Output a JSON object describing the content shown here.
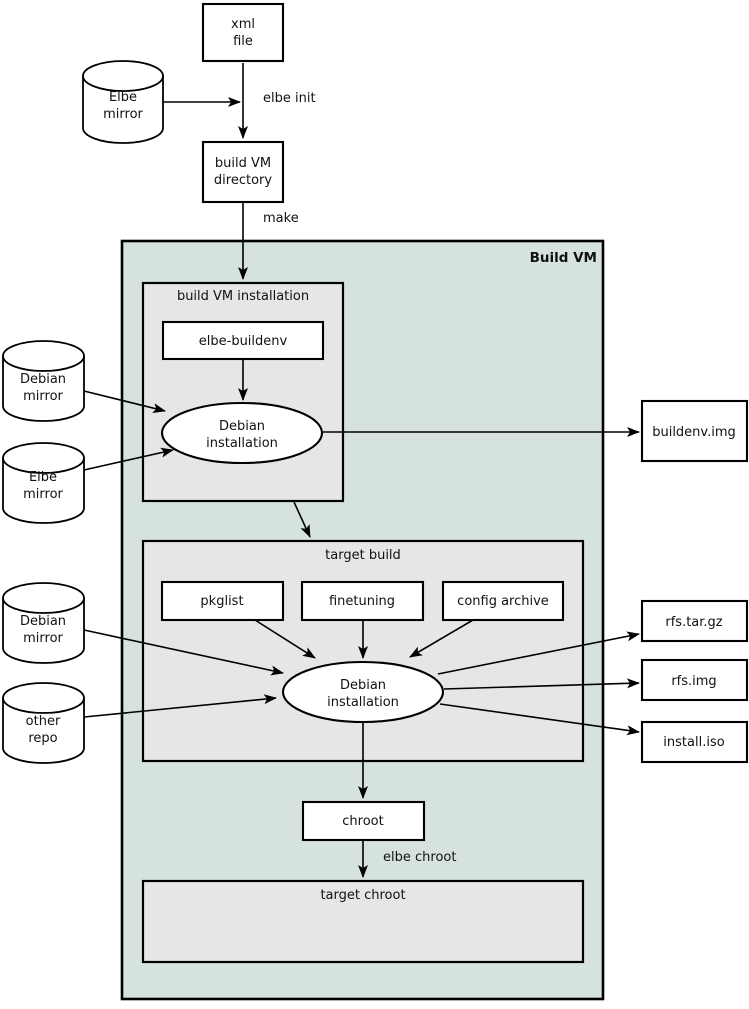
{
  "diagram_title": "Build VM",
  "colors": {
    "vm_background": "#d6e2e0",
    "container_background": "#e6e6e6",
    "node_background": "#ffffff",
    "line": "#000000"
  },
  "nodes": {
    "xml_file": {
      "line1": "xml",
      "line2": "file"
    },
    "elbe_mirror_top": {
      "line1": "Elbe",
      "line2": "mirror"
    },
    "build_vm_directory": {
      "line1": "build VM",
      "line2": "directory"
    },
    "build_vm": {
      "label": "Build VM"
    },
    "build_vm_installation": {
      "label": "build VM installation"
    },
    "elbe_buildenv": {
      "label": "elbe-buildenv"
    },
    "debian_installation_vm": {
      "line1": "Debian",
      "line2": "installation"
    },
    "debian_mirror_vm": {
      "line1": "Debian",
      "line2": "mirror"
    },
    "elbe_mirror_vm": {
      "line1": "Elbe",
      "line2": "mirror"
    },
    "buildenv_img": {
      "label": "buildenv.img"
    },
    "target_build": {
      "label": "target build"
    },
    "pkglist": {
      "label": "pkglist"
    },
    "finetuning": {
      "label": "finetuning"
    },
    "config_archive": {
      "label": "config archive"
    },
    "debian_installation_target": {
      "line1": "Debian",
      "line2": "installation"
    },
    "debian_mirror_target": {
      "line1": "Debian",
      "line2": "mirror"
    },
    "other_repo": {
      "line1": "other",
      "line2": "repo"
    },
    "rfs_tar_gz": {
      "label": "rfs.tar.gz"
    },
    "rfs_img": {
      "label": "rfs.img"
    },
    "install_iso": {
      "label": "install.iso"
    },
    "chroot": {
      "label": "chroot"
    },
    "target_chroot": {
      "label": "target chroot"
    }
  },
  "edge_labels": {
    "elbe_init": "elbe init",
    "make": "make",
    "elbe_chroot": "elbe chroot"
  },
  "edges": [
    {
      "from": "xml file",
      "to": "build VM directory",
      "label": "elbe init"
    },
    {
      "from": "Elbe mirror (top)",
      "to": "elbe init step",
      "label": ""
    },
    {
      "from": "build VM directory",
      "to": "build VM installation",
      "label": "make"
    },
    {
      "from": "elbe-buildenv",
      "to": "Debian installation (build VM)",
      "label": ""
    },
    {
      "from": "Debian mirror",
      "to": "Debian installation (build VM)",
      "label": ""
    },
    {
      "from": "Elbe mirror",
      "to": "Debian installation (build VM)",
      "label": ""
    },
    {
      "from": "Debian installation (build VM)",
      "to": "buildenv.img",
      "label": ""
    },
    {
      "from": "build VM installation",
      "to": "target build",
      "label": ""
    },
    {
      "from": "pkglist",
      "to": "Debian installation (target build)",
      "label": ""
    },
    {
      "from": "finetuning",
      "to": "Debian installation (target build)",
      "label": ""
    },
    {
      "from": "config archive",
      "to": "Debian installation (target build)",
      "label": ""
    },
    {
      "from": "Debian mirror",
      "to": "Debian installation (target build)",
      "label": ""
    },
    {
      "from": "other repo",
      "to": "Debian installation (target build)",
      "label": ""
    },
    {
      "from": "Debian installation (target build)",
      "to": "rfs.tar.gz",
      "label": ""
    },
    {
      "from": "Debian installation (target build)",
      "to": "rfs.img",
      "label": ""
    },
    {
      "from": "Debian installation (target build)",
      "to": "install.iso",
      "label": ""
    },
    {
      "from": "Debian installation (target build)",
      "to": "chroot",
      "label": ""
    },
    {
      "from": "chroot",
      "to": "target chroot",
      "label": "elbe chroot"
    }
  ]
}
